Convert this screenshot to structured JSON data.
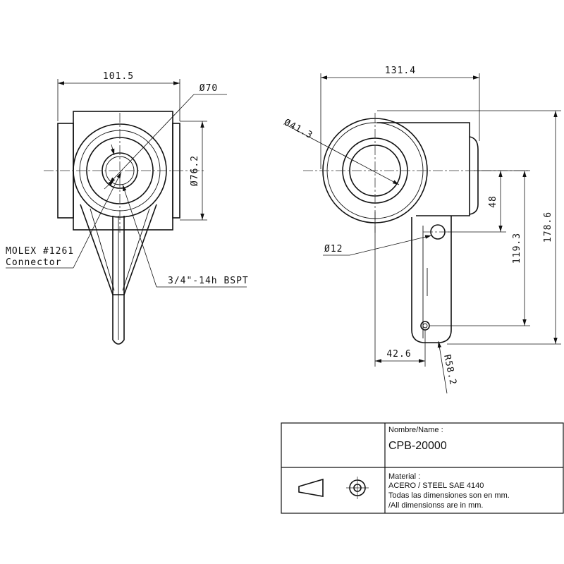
{
  "front_view": {
    "dim_width": "101.5",
    "dim_outer_diameter": "Ø70",
    "dim_height": "Ø76.2",
    "label_connector_line1": "MOLEX #1261",
    "label_connector_line2": "Connector",
    "label_thread": "3/4\"-14h BSPT"
  },
  "side_view": {
    "dim_width": "131.4",
    "dim_bore_diameter": "Ø41.3",
    "dim_hole_diameter": "Ø12",
    "dim_48": "48",
    "dim_119": "119.3",
    "dim_178": "178.6",
    "dim_42": "42.6",
    "dim_radius": "R58.2"
  },
  "title_block": {
    "name_label": "Nombre/Name :",
    "name_value": "CPB-20000",
    "material_label": "Material :",
    "material_value": "ACERO / STEEL SAE 4140",
    "note_es": "Todas las dimensiones son en mm.",
    "note_en": "/All dimensionss are in mm."
  }
}
